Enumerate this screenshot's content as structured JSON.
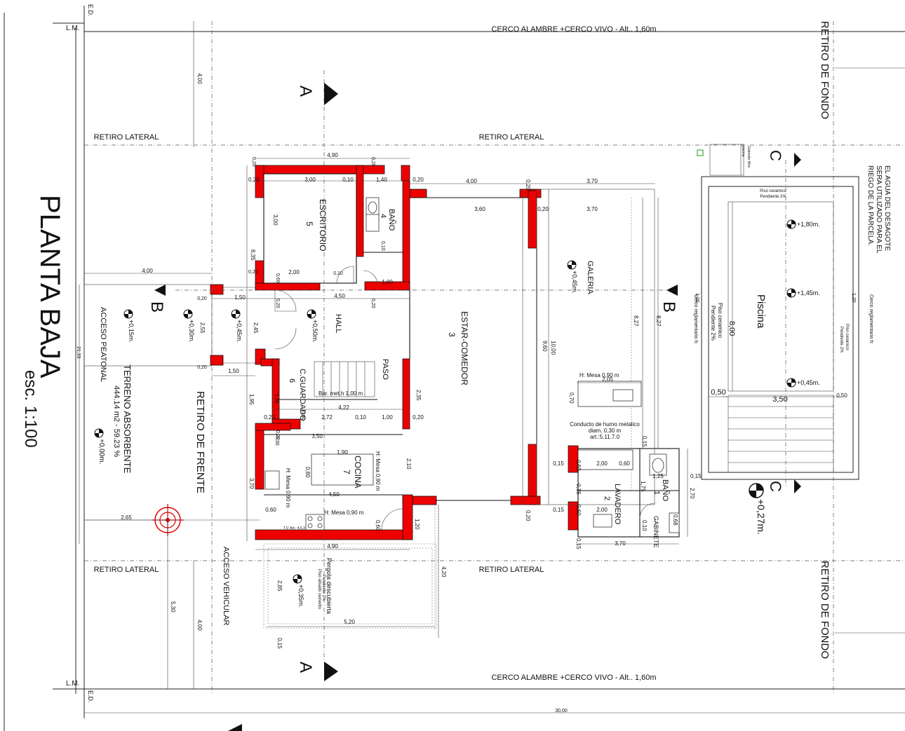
{
  "title": {
    "main": "PLANTA BAJA",
    "scale": "esc. 1:100"
  },
  "boundary": {
    "fence_label": "CERCO ALAMBRE +CERCO VIVO - Alt.. 1,60m",
    "rear_setback": "RETIRO DE FONDO",
    "side_setback": "RETIRO LATERAL",
    "front_setback": "RETIRO DE FRENTE",
    "lm": "L.M.",
    "ed": "E.D."
  },
  "rooms": {
    "escritorio": {
      "name": "ESCRITORIO",
      "num": "5"
    },
    "bano4": {
      "name": "BAÑO",
      "num": "4"
    },
    "hall": "HALL",
    "estar": {
      "name": "ESTAR-COMEDOR",
      "num": "3"
    },
    "paso": "PASO",
    "guardado": {
      "name": "C.GUARDADO",
      "num": "6"
    },
    "cocina": {
      "name": "COCINA",
      "num": "7"
    },
    "galeria": "GALERIA",
    "lavadero": {
      "name": "LAVADERO",
      "num": "2"
    },
    "bano1": {
      "name": "BAÑO",
      "num": "1"
    },
    "gabinete": "GABINETE",
    "piscina": "Piscina"
  },
  "labels": {
    "acceso_peatonal": "ACCESO PEATONAL",
    "acceso_vehicular": "ACCESO VEHICULAR",
    "terreno": "TERRENO ABSORBENTE",
    "terreno_area": "444.14 m2 - 59.23 %",
    "pergola": "Pergola descubierta",
    "pergola_piso": "Piso alisado cemento",
    "pergola_pend": "Pendiente 2%",
    "desague1": "EL AGUA DEL DESAGOTE",
    "desague2": "SERA UTILIZADO PARA EL",
    "desague3": "RIEGO DE LA PARCELA.",
    "piso_ceramico": "Piso ceramico",
    "pendiente": "Pendiente 2%",
    "cerco_reg": "Cerco reglamentario h:",
    "mesa_090": "H: Mesa 0,90 m",
    "baranda": "Bar. met.h 1,00 m",
    "conducto1": "Conducto de humo metalico",
    "conducto2": "diam. 0,30 m",
    "conducto3": "art.:5.11.7.0",
    "tv": "T.V. Art.: 4.6.3",
    "gabinete_filtro": "Gabinete filtro",
    "piscina_small": "piscina"
  },
  "section_marks": {
    "a": "A",
    "b": "B",
    "c": "C"
  },
  "levels": {
    "l045": "+0,45m.",
    "l050": "+0,50m.",
    "l015": "+0,15m.",
    "l030": "+0,30m.",
    "l000": "+0,00m.",
    "l035": "+0,35m.",
    "l027": "+0,27m.",
    "l180": "+1,80m.",
    "l145": "+1,45m.",
    "l045b": "+0,45m."
  },
  "dims": {
    "d400": "4,00",
    "d490": "4,90",
    "d020": "0,20",
    "d300": "3,00",
    "d010": "0,10",
    "d140": "1,40",
    "d370": "3,70",
    "d360": "3,60",
    "d635": "6,35",
    "d200": "2,00",
    "d450": "4,50",
    "d100": "1,00",
    "d150": "1,50",
    "d255": "2,55",
    "d245": "2,45",
    "d2133": "21,33",
    "d195": "1,95",
    "d422": "4,22",
    "d272": "2,72",
    "d235": "2,35",
    "d350": "3,50",
    "d190": "1,90",
    "d080": "0,80",
    "d060": "0,60",
    "d210": "2,10",
    "d120": "1,20",
    "d827": "8,27",
    "d960": "9,60",
    "d1000": "10,00",
    "d205": "2,05",
    "d070": "0,70",
    "d015": "0,15",
    "d125": "1,25",
    "d175": "1,75",
    "d270": "2,70",
    "d068": "0,68",
    "d800": "8,00",
    "d050": "0,50",
    "d265": "2,65",
    "d530": "5,30",
    "d285": "2,85",
    "d520": "5,20",
    "d420": "4,20",
    "d3000": "30,00",
    "d090": "0,90",
    "d030": "0,30"
  },
  "colors": {
    "wall": "#ee0000",
    "line": "#222222",
    "marker": "#dd0000"
  }
}
